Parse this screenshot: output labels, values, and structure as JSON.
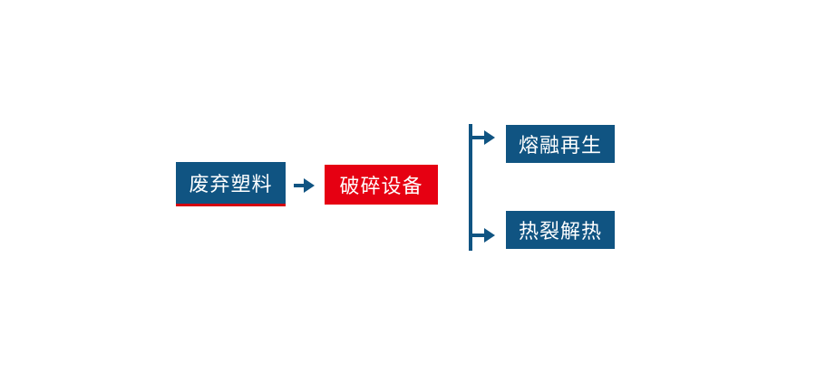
{
  "colors": {
    "background": "#FFFFFF",
    "primary_blue": "#105482",
    "accent_red": "#E60012",
    "underline_red": "#D50010",
    "label_text": "#FFFFFF"
  },
  "nodes": {
    "source": {
      "label": "废弃塑料"
    },
    "process": {
      "label": "破碎设备"
    },
    "branch_top": {
      "label": "熔融再生"
    },
    "branch_bottom": {
      "label": "热裂解热"
    }
  },
  "icons": {
    "main_arrow": "right-arrow",
    "branch_top_arrow": "right-arrow",
    "branch_bottom_arrow": "right-arrow",
    "branch_connector": "vertical-line"
  }
}
